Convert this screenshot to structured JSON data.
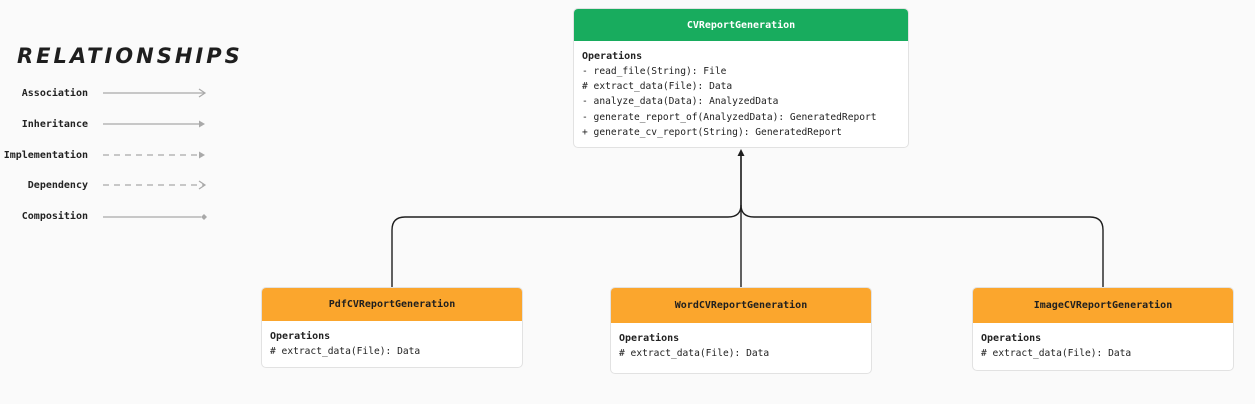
{
  "legend": {
    "title": "RELATIONSHIPS",
    "items": [
      {
        "label": "Association",
        "style": "solid-open-arrow"
      },
      {
        "label": "Inheritance",
        "style": "solid-triangle"
      },
      {
        "label": "Implementation",
        "style": "dashed-triangle"
      },
      {
        "label": "Dependency",
        "style": "dashed-open-arrow"
      },
      {
        "label": "Composition",
        "style": "solid-diamond"
      }
    ]
  },
  "classes": {
    "parent": {
      "name": "CVReportGeneration",
      "section": "Operations",
      "operations": [
        "- read_file(String): File",
        "# extract_data(File): Data",
        "- analyze_data(Data): AnalyzedData",
        "- generate_report_of(AnalyzedData): GeneratedReport",
        "+ generate_cv_report(String): GeneratedReport"
      ],
      "header_color": "#18ac5e"
    },
    "pdf": {
      "name": "PdfCVReportGeneration",
      "section": "Operations",
      "operations": [
        "# extract_data(File): Data"
      ],
      "header_color": "#fba62d"
    },
    "word": {
      "name": "WordCVReportGeneration",
      "section": "Operations",
      "operations": [
        "# extract_data(File): Data"
      ],
      "header_color": "#fba62d"
    },
    "image": {
      "name": "ImageCVReportGeneration",
      "section": "Operations",
      "operations": [
        "# extract_data(File): Data"
      ],
      "header_color": "#fba62d"
    }
  },
  "relations": [
    {
      "from": "PdfCVReportGeneration",
      "to": "CVReportGeneration",
      "type": "inheritance"
    },
    {
      "from": "WordCVReportGeneration",
      "to": "CVReportGeneration",
      "type": "inheritance"
    },
    {
      "from": "ImageCVReportGeneration",
      "to": "CVReportGeneration",
      "type": "inheritance"
    }
  ]
}
